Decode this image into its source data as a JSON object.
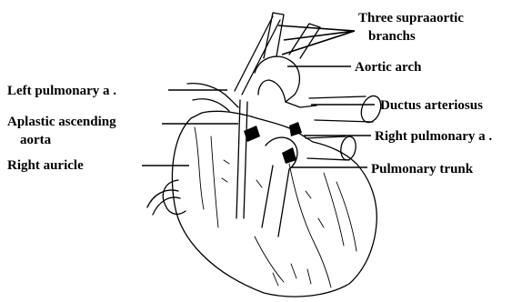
{
  "labels": {
    "three_supraaortic_line1": "Three supraaortic",
    "three_supraaortic_line2": "branchs",
    "aortic_arch": "Aortic arch",
    "left_pulmonary": "Left pulmonary a .",
    "ductus_arteriosus": "Ductus arteriosus",
    "aplastic_line1": "Aplastic ascending",
    "aplastic_line2": "aorta",
    "right_pulmonary": "Right pulmonary a .",
    "right_auricle": "Right auricle",
    "pulmonary_trunk": "Pulmonary trunk"
  }
}
